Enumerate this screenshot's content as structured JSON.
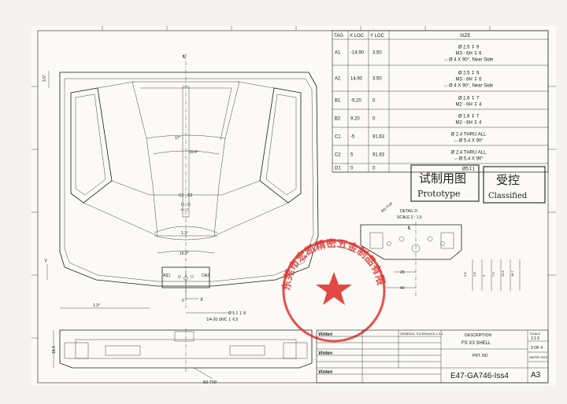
{
  "tag_table": {
    "headers": [
      "TAG",
      "X LOC",
      "Y LOC",
      "SIZE"
    ],
    "rows": [
      {
        "tag": "A1",
        "x": "-14.90",
        "y": "3.50",
        "size": [
          "Ø 2.5 ↧ 9",
          "M3 - 6H ↧ 6",
          "⌵ Ø 4 X 90°, Near Side"
        ]
      },
      {
        "tag": "A2",
        "x": "14.90",
        "y": "3.50",
        "size": [
          "Ø 2.5 ↧ 9",
          "M3 - 6H ↧ 6",
          "⌵ Ø 4 X 90°, Near Side"
        ]
      },
      {
        "tag": "B1",
        "x": "-9.20",
        "y": "0",
        "size": [
          "Ø 1.6 ↧ 7",
          "M2 - 6H ↧ 4"
        ]
      },
      {
        "tag": "B2",
        "x": "9.20",
        "y": "0",
        "size": [
          "Ø 1.6 ↧ 7",
          "M2 - 6H ↧ 4"
        ]
      },
      {
        "tag": "C1",
        "x": "-5",
        "y": "91.63",
        "size": [
          "Ø 2.4 THRU ALL",
          "⌵ Ø 5.4 X 90°"
        ]
      },
      {
        "tag": "C2",
        "x": "5",
        "y": "91.63",
        "size": [
          "Ø 2.4 THRU ALL",
          "⌵ Ø 5.4 X 90°"
        ]
      },
      {
        "tag": "D1",
        "x": "0",
        "y": "0",
        "size": [
          "Ø5↧1"
        ]
      }
    ]
  },
  "stamps": {
    "prototype_cn": "试制用图",
    "prototype_en": "Prototype",
    "classified_cn": "受控",
    "classified_en": "Classified",
    "seal_text": "东莞市宏凯精密五金制品有限公司"
  },
  "detail": {
    "title": "DETAIL D",
    "scale": "SCALE 2 : 1.5",
    "dims": [
      "29",
      "40",
      "0.8",
      "1.8",
      "3",
      "7.9",
      "12.5",
      "18.7"
    ],
    "note": "R0.TYP"
  },
  "views": {
    "centerline": "℄",
    "angles": [
      "17°",
      "10.6°",
      "1.3°",
      "10.2°"
    ],
    "side_angle": "3.5°",
    "bottom_angle": "1.3°",
    "labels": [
      "C1",
      "C2",
      "A1",
      "A2",
      "B1",
      "B2",
      "D1"
    ],
    "axis_y": "Y",
    "axis_x": "X",
    "origin": "0",
    "hole_note_1": "Ø 5.1 ↧ 8",
    "hole_note_2": "1/4-20 UNC ↧ 6.5",
    "dim_side": "18.9",
    "bottom_note": "R0 TYP"
  },
  "title_block": {
    "description_label": "DESCRIPTION",
    "description": "FS X3 SHELL",
    "part_no_label": "PRT. NO",
    "part_no": "E47-GA746-Iss4",
    "scale_label": "SCALE",
    "scale": "1:1.5",
    "sheet": "3 OF 4",
    "paper_label": "PAPER SIZE",
    "paper": "A3",
    "tolerance": "GENERAL TOLERANCE ± 0.1",
    "logo": "Vinten"
  }
}
